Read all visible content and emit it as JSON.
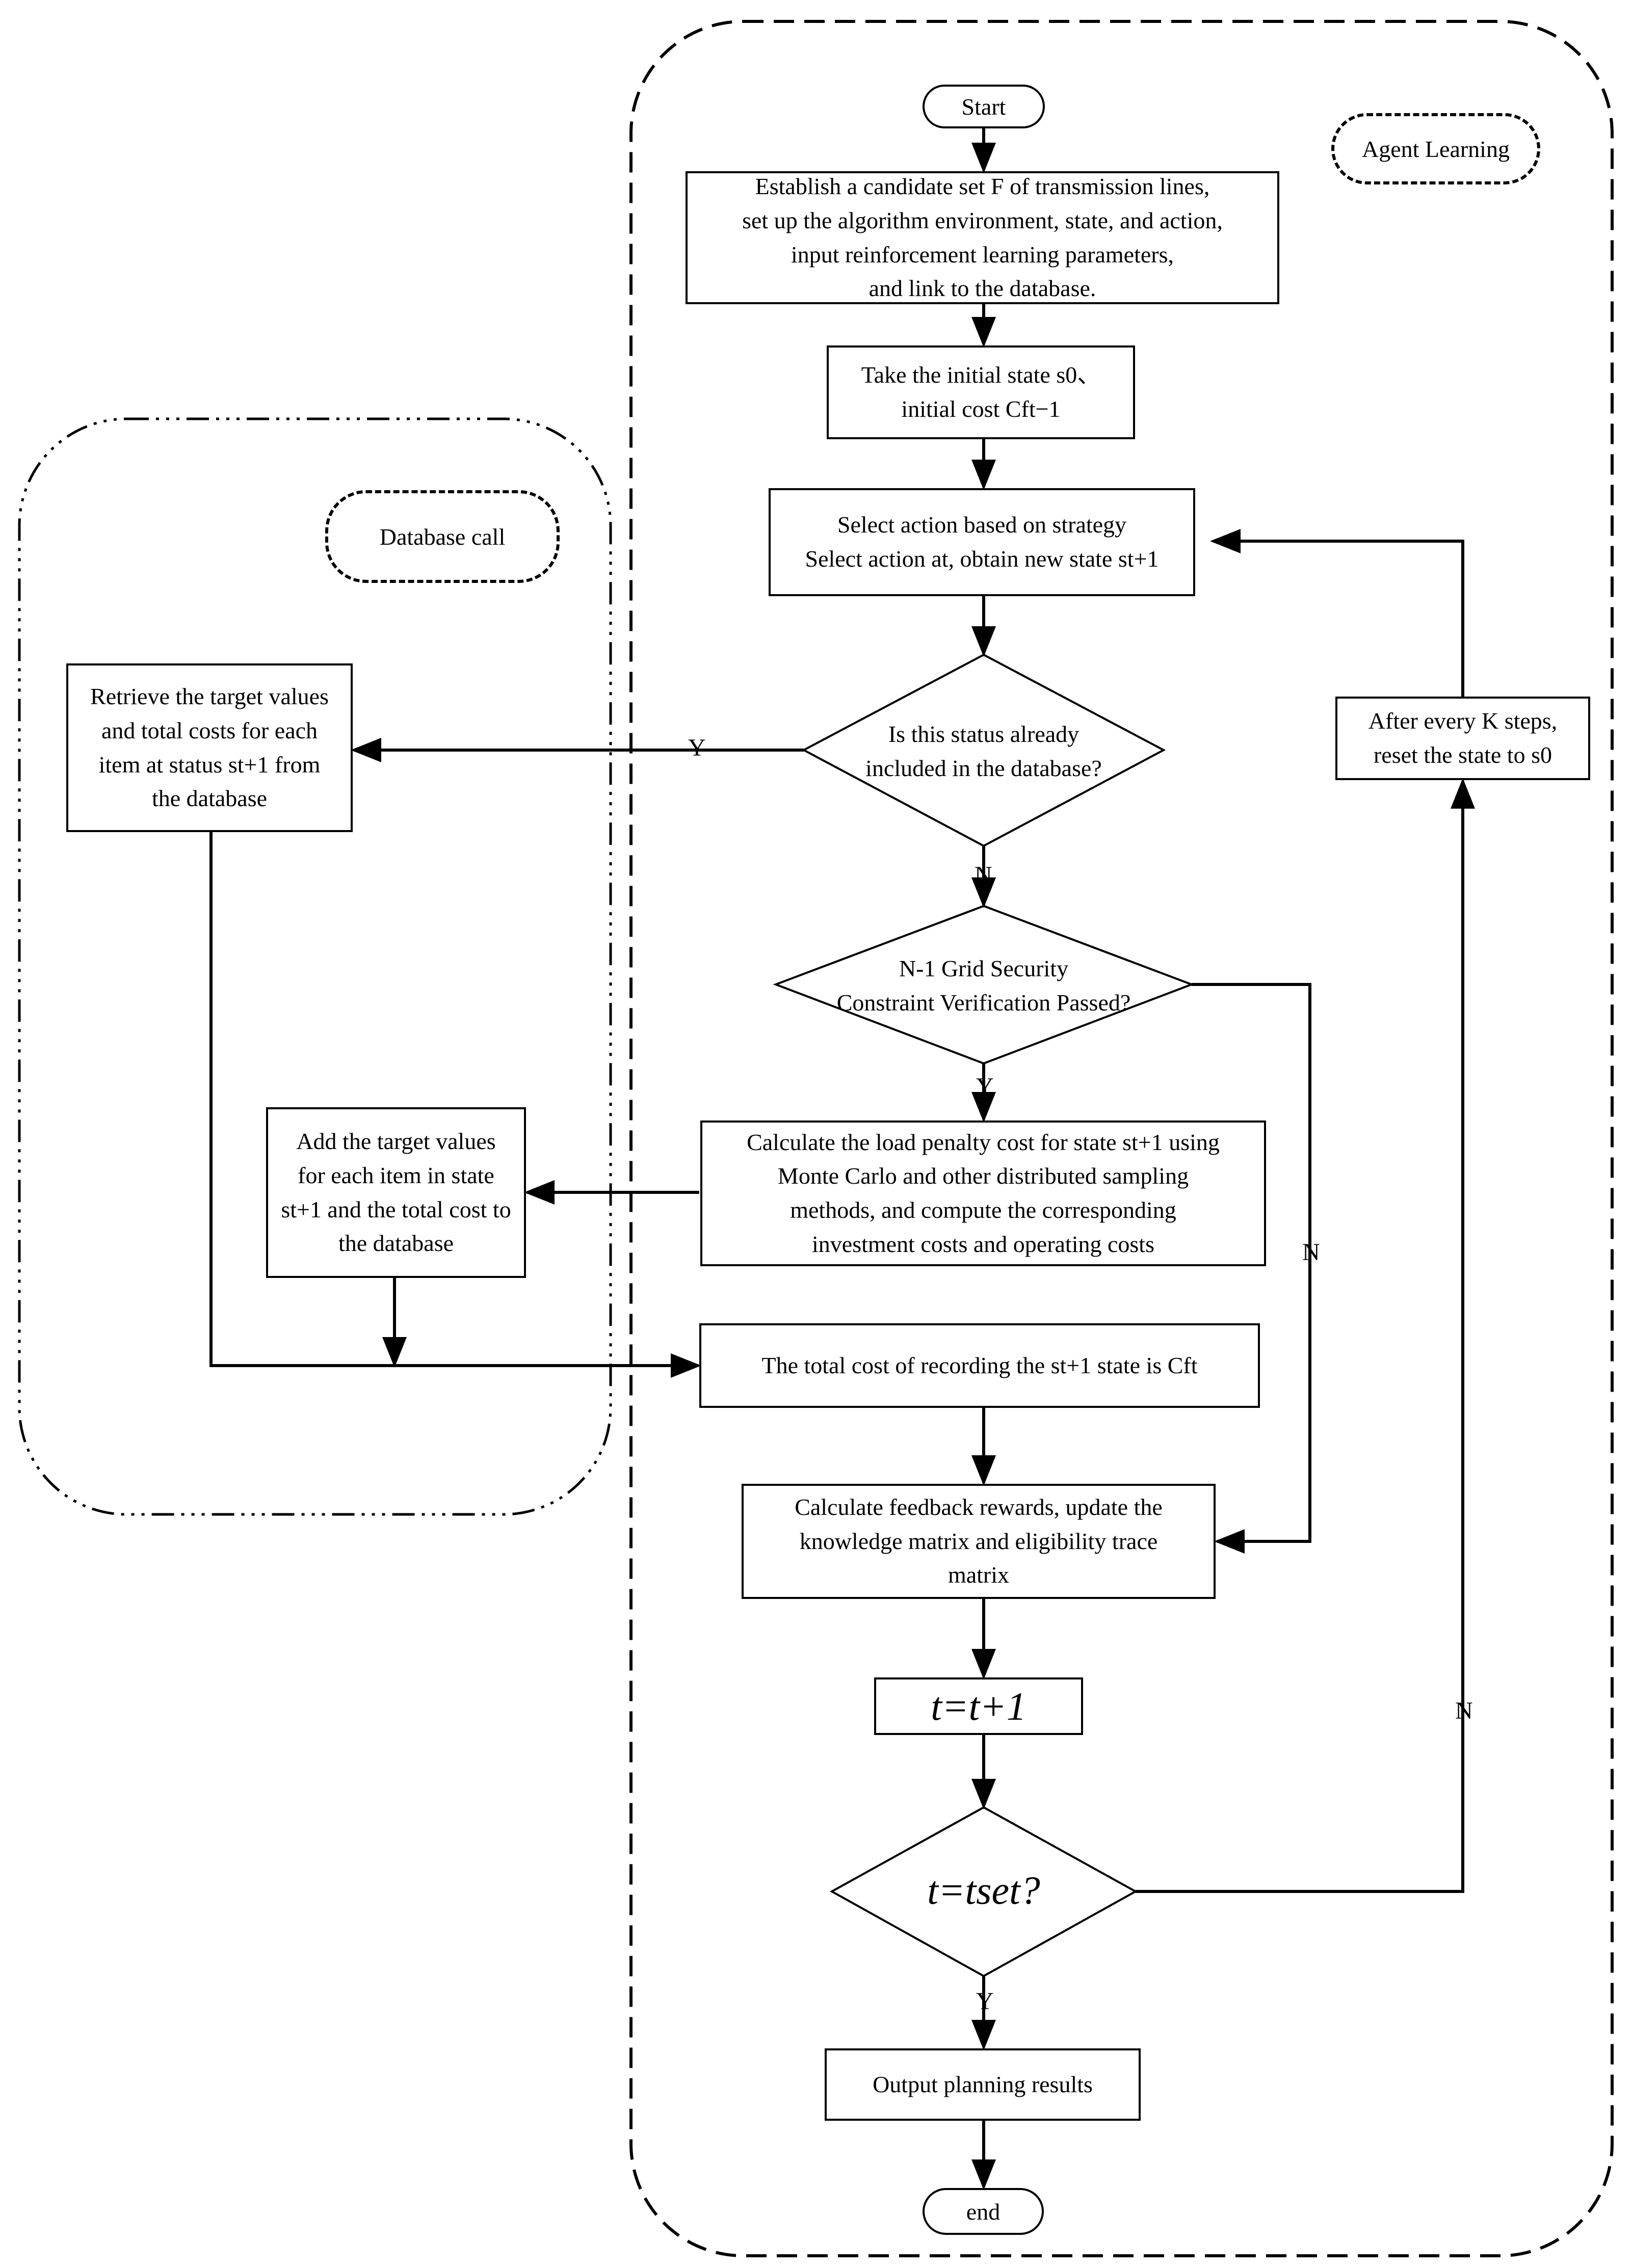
{
  "groups": {
    "agent_learning": "Agent Learning",
    "database_call": "Database call"
  },
  "start_label": "Start",
  "end_label": "end",
  "steps": {
    "establish": [
      "Establish a candidate set F of transmission lines,",
      "set up the algorithm environment, state, and action,",
      "input reinforcement learning parameters,",
      "and link to the database."
    ],
    "initial": [
      "Take the initial state s0、",
      "initial cost Cft−1"
    ],
    "select": [
      "Select action based on strategy",
      "Select action at, obtain new state st+1"
    ],
    "in_database": [
      "Is this status already",
      "included in the database?"
    ],
    "n1_check": [
      "N-1 Grid Security",
      "Constraint Verification Passed?"
    ],
    "calc_penalty": [
      "Calculate the load penalty cost for state st+1 using",
      "Monte Carlo and other distributed sampling",
      "methods, and compute the corresponding",
      "investment costs and operating costs"
    ],
    "record_cost": "The total cost of recording the st+1 state is Cft",
    "feedback": [
      "Calculate feedback rewards, update the",
      "knowledge matrix and eligibility trace",
      "matrix"
    ],
    "increment": "t=t+1",
    "check_t": "t=tset?",
    "output": "Output planning results",
    "reset": [
      "After every K steps,",
      "reset the state to s0"
    ],
    "retrieve": [
      "Retrieve the target values",
      "and total costs for each",
      "item at status st+1 from",
      "the database"
    ],
    "add_db": [
      "Add  the target values",
      "for each item in state",
      "st+1 and the total cost to",
      "the database"
    ]
  },
  "edge_labels": {
    "db_yes": "Y",
    "db_no": "N",
    "n1_yes": "Y",
    "n1_no": "N",
    "t_yes": "Y",
    "t_no": "N"
  }
}
